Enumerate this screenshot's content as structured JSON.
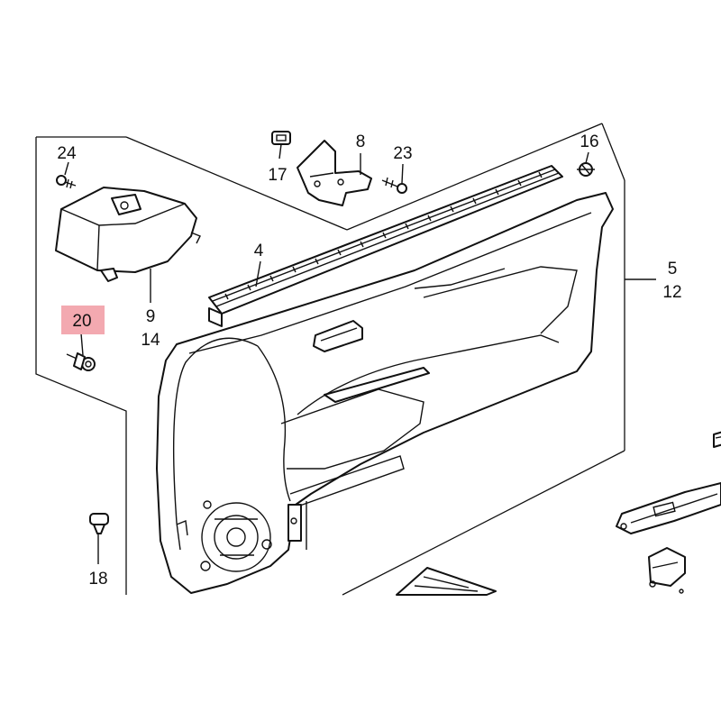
{
  "diagram": {
    "highlight_color": "#f3a9b0",
    "callouts": {
      "c24": "24",
      "c17": "17",
      "c8": "8",
      "c23": "23",
      "c16": "16",
      "c4": "4",
      "c5": "5",
      "c12": "12",
      "c9": "9",
      "c14": "14",
      "c20": "20",
      "c18": "18"
    },
    "highlighted_callout": "20"
  }
}
